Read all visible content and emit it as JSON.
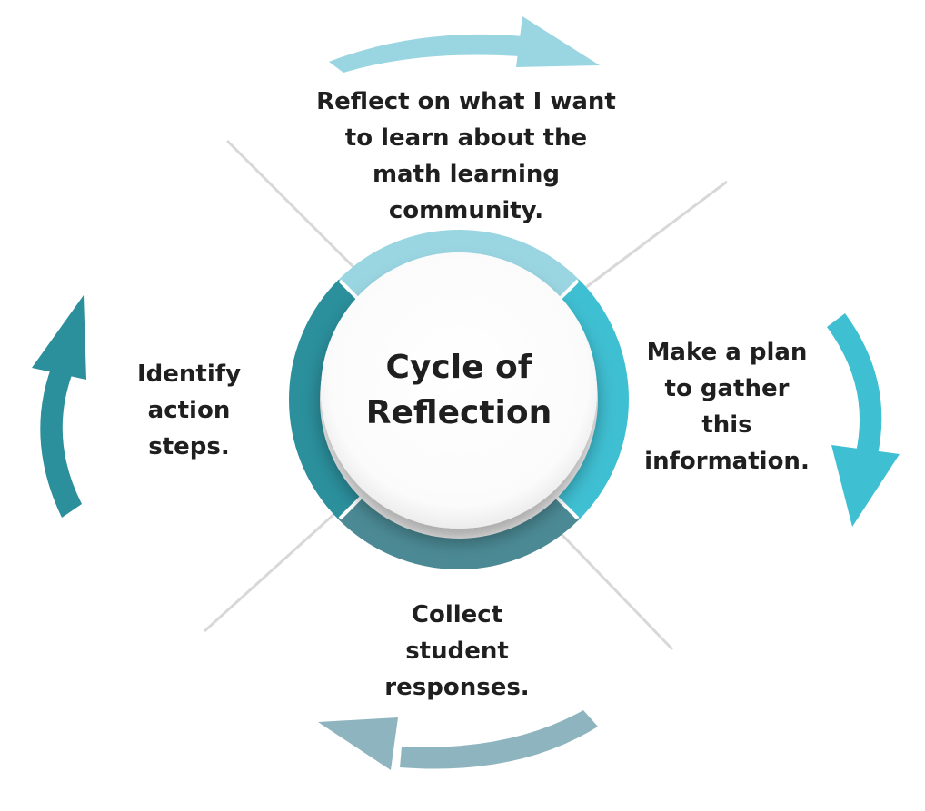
{
  "center_title": "Cycle of\nReflection",
  "steps": [
    {
      "text": "Reflect on what I want\nto learn about the\nmath learning\ncommunity."
    },
    {
      "text": "Make a plan\nto gather\nthis\ninformation."
    },
    {
      "text": "Collect\nstudent\nresponses."
    },
    {
      "text": "Identify\naction\nsteps."
    }
  ],
  "colors": {
    "top": "#9ad6e2",
    "right": "#3fbfd2",
    "bottom": "#8eb5bf",
    "left": "#2b8f9c",
    "ring_bottom": "#4b8a95",
    "divider": "#dcdcdc"
  }
}
